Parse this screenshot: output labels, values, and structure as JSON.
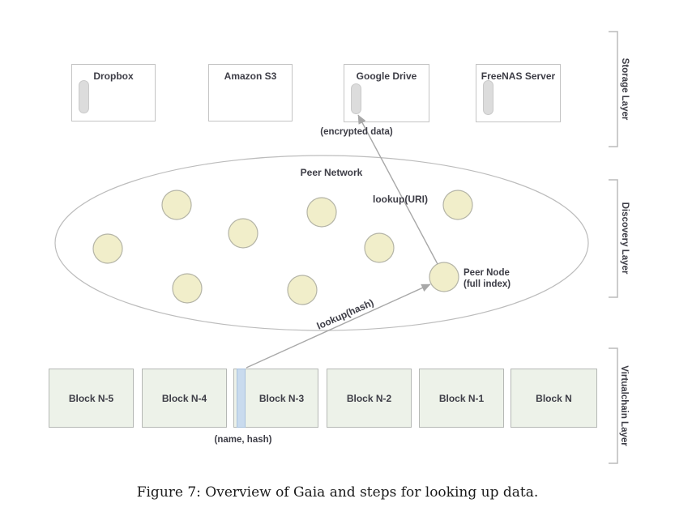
{
  "figure": {
    "caption": "Figure 7: Overview of Gaia and steps for looking up data."
  },
  "storage_layer": {
    "bracket_label": "Storage Layer",
    "boxes": [
      {
        "label": "Dropbox",
        "has_disk": true
      },
      {
        "label": "Amazon S3",
        "has_disk": false
      },
      {
        "label": "Google Drive",
        "has_disk": true
      },
      {
        "label": "FreeNAS Server",
        "has_disk": true
      }
    ],
    "encrypted_data_label": "(encrypted data)"
  },
  "discovery_layer": {
    "bracket_label": "Discovery Layer",
    "network_label": "Peer Network",
    "lookup_uri_label": "lookup(URI)",
    "lookup_hash_label": "lookup(hash)",
    "peer_node_label_line1": "Peer Node",
    "peer_node_label_line2": "(full index)",
    "peer_circle_count": 8
  },
  "virtualchain_layer": {
    "bracket_label": "Virtualchain Layer",
    "blocks": [
      "Block N-5",
      "Block N-4",
      "Block N-3",
      "Block N-2",
      "Block N-1",
      "Block N"
    ],
    "name_hash_label": "(name, hash)"
  },
  "colors": {
    "peer_circle_fill": "#f1eeca",
    "peer_circle_border": "#b4b4a6",
    "block_fill": "#edf2e9",
    "block_border": "#b5b8b5",
    "strip_fill": "#c9dbee",
    "strip_border": "#a9c2dd",
    "disk_fill": "#dcdcdc",
    "box_border": "#c4c4c4",
    "arrow": "#a8a8a8",
    "bracket": "#bcbcbc",
    "text": "#3d3d46"
  }
}
